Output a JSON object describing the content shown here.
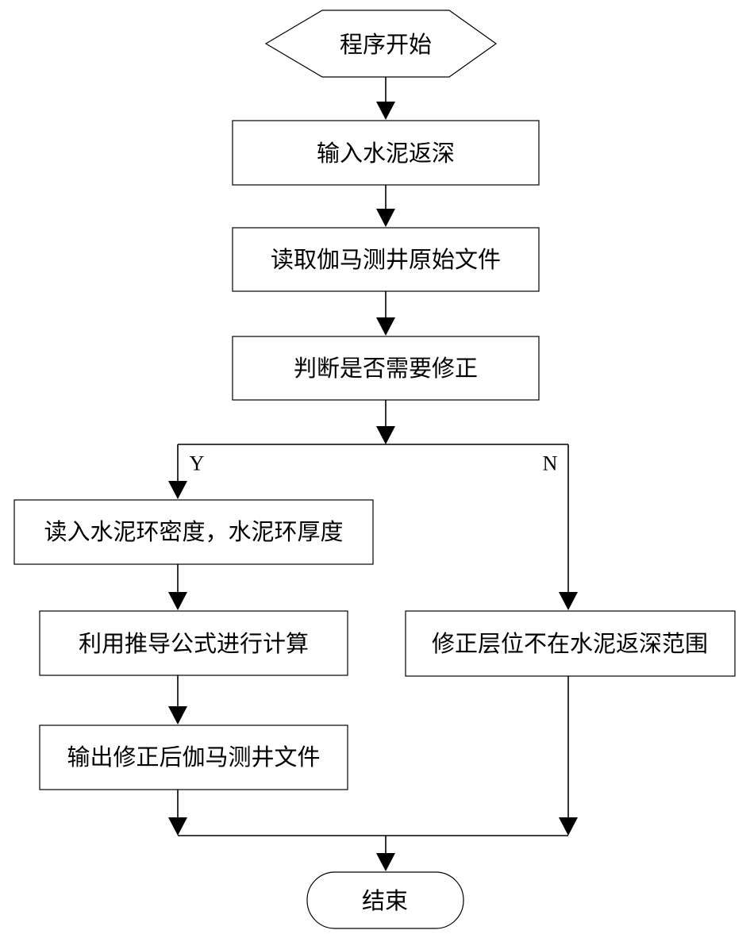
{
  "flowchart": {
    "start": "程序开始",
    "steps": {
      "input_depth": "输入水泥返深",
      "read_file": "读取伽马测井原始文件",
      "decide": "判断是否需要修正",
      "read_params": "读入水泥环密度，水泥环厚度",
      "compute": "利用推导公式进行计算",
      "output_file": "输出修正后伽马测井文件",
      "not_in_range": "修正层位不在水泥返深范围"
    },
    "branches": {
      "yes": "Y",
      "no": "N"
    },
    "end": "结束"
  },
  "colors": {
    "line": "#000000",
    "background": "#ffffff"
  }
}
